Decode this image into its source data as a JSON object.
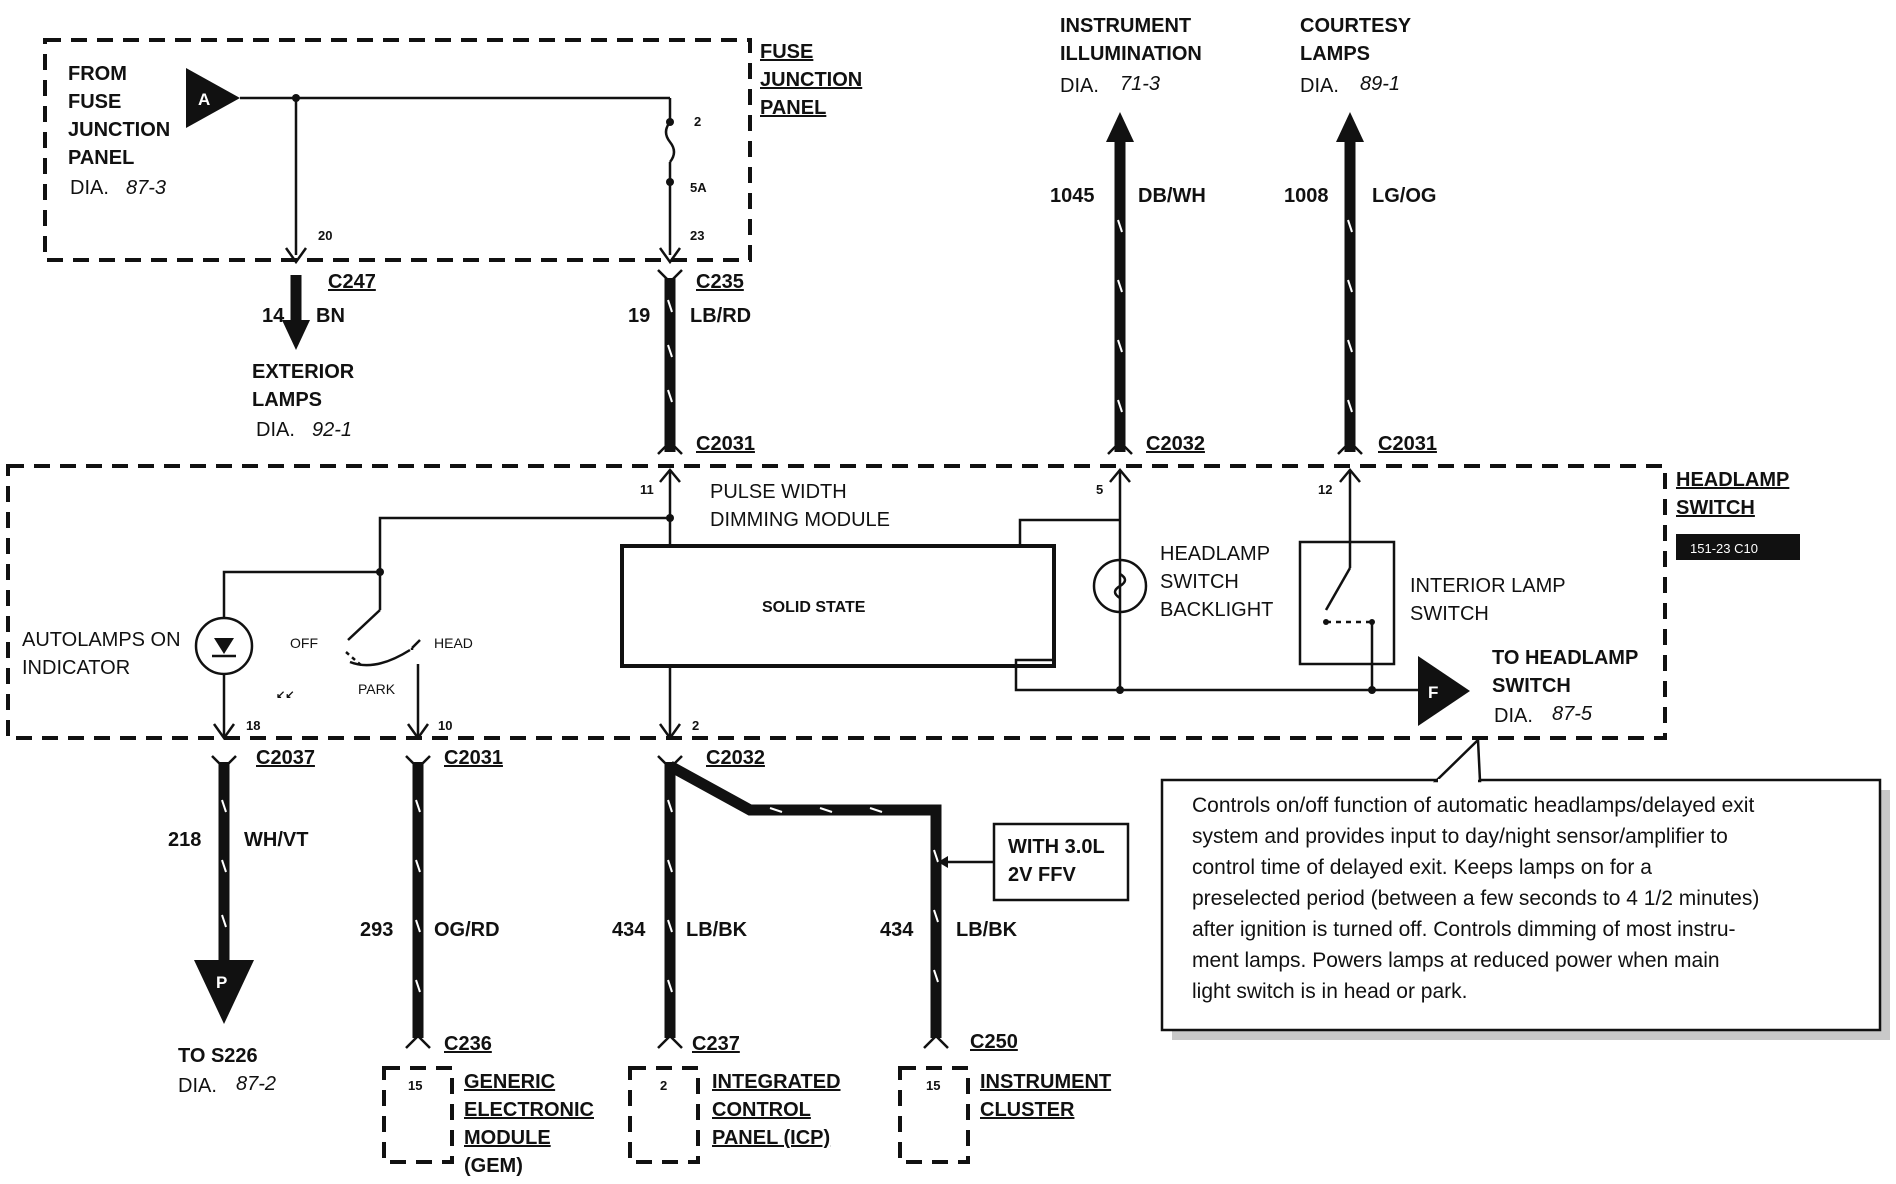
{
  "fuse_panel": {
    "title": [
      "FUSE",
      "JUNCTION",
      "PANEL"
    ],
    "source": {
      "lines": [
        "FROM",
        "FUSE",
        "JUNCTION",
        "PANEL"
      ],
      "dia_label": "DIA.",
      "dia_ref": "87-3",
      "connector_letter": "A"
    },
    "fuse_pin_top": "2",
    "fuse_rating": "5A",
    "pin_left": "20",
    "pin_right": "23"
  },
  "headlamp_switch": {
    "title": [
      "HEADLAMP",
      "SWITCH"
    ],
    "badge": "151-23 C10",
    "pwm_module": [
      "PULSE WIDTH",
      "DIMMING MODULE"
    ],
    "solid_state": "SOLID STATE",
    "backlight": [
      "HEADLAMP",
      "SWITCH",
      "BACKLIGHT"
    ],
    "interior_switch": [
      "INTERIOR LAMP",
      "SWITCH"
    ],
    "autolamps": [
      "AUTOLAMPS ON",
      "INDICATOR"
    ],
    "positions": {
      "off": "OFF",
      "head": "HEAD",
      "park": "PARK"
    },
    "to_headlamp": {
      "lines": [
        "TO HEADLAMP",
        "SWITCH"
      ],
      "dia_label": "DIA.",
      "dia_ref": "87-5",
      "connector_letter": "F"
    },
    "pins": {
      "p11": "11",
      "p5": "5",
      "p12": "12",
      "p18": "18",
      "p10": "10",
      "p2": "2"
    }
  },
  "top_wires": [
    {
      "circuit": "1045",
      "color": "DB/WH",
      "connector": "C2032",
      "dest": [
        "INSTRUMENT",
        "ILLUMINATION"
      ],
      "dia_label": "DIA.",
      "dia_ref": "71-3"
    },
    {
      "circuit": "1008",
      "color": "LG/OG",
      "connector": "C2031",
      "dest": [
        "COURTESY",
        "LAMPS"
      ],
      "dia_label": "DIA.",
      "dia_ref": "89-1"
    }
  ],
  "upper_wires": [
    {
      "circuit": "14",
      "color": "BN",
      "connector": "C247",
      "dest": [
        "EXTERIOR",
        "LAMPS"
      ],
      "dia_label": "DIA.",
      "dia_ref": "92-1"
    },
    {
      "circuit": "19",
      "color": "LB/RD",
      "connector": "C235",
      "connector2": "C2031"
    }
  ],
  "bottom_wires": [
    {
      "circuit": "218",
      "color": "WH/VT",
      "connector": "C2037",
      "dest": [
        "TO S226"
      ],
      "dia_label": "DIA.",
      "dia_ref": "87-2",
      "connector_letter": "P"
    },
    {
      "circuit": "293",
      "color": "OG/RD",
      "connector": "C2031",
      "end_connector": "C236",
      "pin": "15",
      "dest": [
        "GENERIC",
        "ELECTRONIC",
        "MODULE",
        "(GEM)"
      ]
    },
    {
      "circuit": "434",
      "color": "LB/BK",
      "connector": "C2032",
      "end_connector": "C237",
      "pin": "2",
      "dest": [
        "INTEGRATED",
        "CONTROL",
        "PANEL (ICP)"
      ]
    },
    {
      "circuit": "434",
      "color": "LB/BK",
      "end_connector": "C250",
      "pin": "15",
      "dest": [
        "INSTRUMENT",
        "CLUSTER"
      ]
    }
  ],
  "option_note": [
    "WITH 3.0L",
    "2V FFV"
  ],
  "description": [
    "Controls on/off function of automatic headlamps/delayed exit",
    "system and provides input to day/night sensor/amplifier to",
    "control time of delayed exit.  Keeps lamps on for a",
    "preselected period (between a few seconds to 4 1/2 minutes)",
    "after ignition is turned off.  Controls dimming of most instru-",
    "ment lamps.  Powers lamps at reduced power when main",
    "light switch is in head or park."
  ]
}
